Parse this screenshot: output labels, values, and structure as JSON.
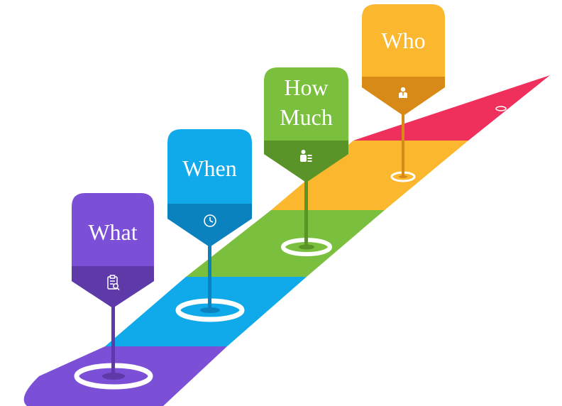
{
  "pins": [
    {
      "label_lines": [
        "What"
      ],
      "icon": "clipboard-icon",
      "color": "#7b4fd6",
      "dark": "#5e3aa8"
    },
    {
      "label_lines": [
        "When"
      ],
      "icon": "clock-icon",
      "color": "#10a9ea",
      "dark": "#0b82bd"
    },
    {
      "label_lines": [
        "How",
        "Much"
      ],
      "icon": "money-person-icon",
      "color": "#7bbf3e",
      "dark": "#5a9327"
    },
    {
      "label_lines": [
        "Who"
      ],
      "icon": "person-icon",
      "color": "#fbb72e",
      "dark": "#d88a19"
    }
  ],
  "road_colors": [
    "#7b4fd6",
    "#10a9ea",
    "#7bbf3e",
    "#fbb72e",
    "#f0305c"
  ]
}
